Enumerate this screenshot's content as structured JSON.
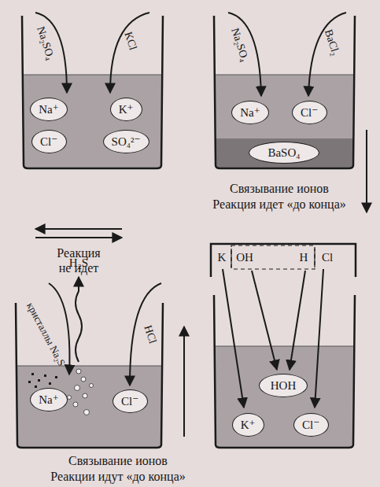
{
  "diagram": {
    "nodes": [
      {
        "text": [
          "Na⁺"
        ]
      },
      {
        "text": [
          "K⁺"
        ]
      },
      {
        "text": [
          "Cl⁻"
        ]
      },
      {
        "text": [
          "SO₄²⁻"
        ]
      },
      {
        "text": [
          "Na⁺"
        ]
      },
      {
        "text": [
          "Cl⁻"
        ]
      },
      {
        "text": [
          "BaSO₄"
        ]
      },
      {
        "text": [
          "Na⁺"
        ]
      },
      {
        "text": [
          "Cl⁻"
        ]
      },
      {
        "text": [
          "HOH"
        ]
      },
      {
        "text": [
          "K⁺"
        ]
      },
      {
        "text": [
          "Cl⁻"
        ]
      }
    ],
    "labels": [
      "Na₂SO₄",
      "KCl",
      "Реакция",
      "не идет",
      "Na₂SO₄",
      "BaCl₂",
      "Связывание ионов",
      "Реакция идет «до конца»",
      "H₂S",
      "кристаллы Na₂S",
      "HCl",
      "K",
      "OH",
      "H",
      "Cl",
      "Связывание ионов",
      "Реакции идут «до конца»"
    ]
  }
}
